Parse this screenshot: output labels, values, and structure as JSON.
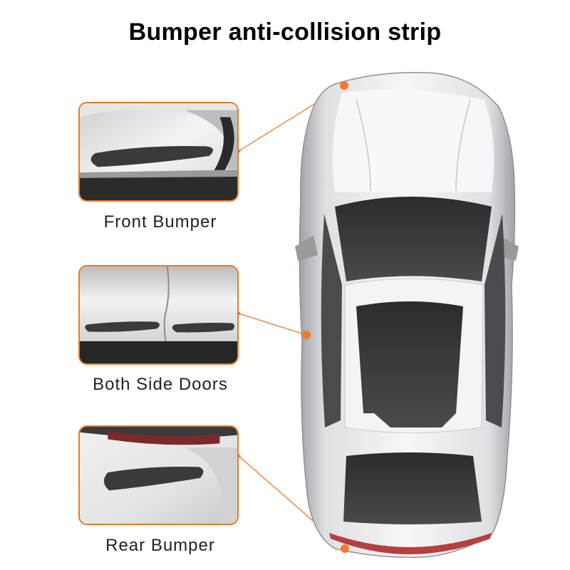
{
  "title": "Bumper anti-collision strip",
  "panels": [
    {
      "caption": "Front Bumper"
    },
    {
      "caption": "Both Side Doors"
    },
    {
      "caption": "Rear Bumper"
    }
  ],
  "colors": {
    "accent": "#e87a2a",
    "strip": "#3a3a3a",
    "car_body": "#f2f2f4"
  },
  "illustration": {
    "subject": "car-top-view",
    "callout_icon": "orange-dot-marker"
  }
}
